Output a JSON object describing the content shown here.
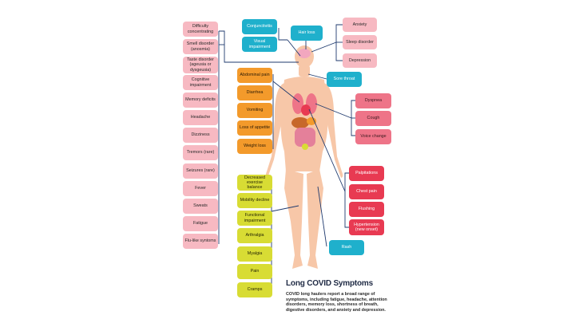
{
  "left_symptoms": [
    "Difficulty concentrating",
    "Smell disorder (anosmia)",
    "Taste disorder (ageusia or dysgeusia)",
    "Cognitive impairment",
    "Memory deficits",
    "Headache",
    "Dizziness",
    "Tremors (rare)",
    "Seizures (rare)",
    "Fever",
    "Sweats",
    "Fatigue",
    "Flu-like syntoms"
  ],
  "head_symptoms": [
    "Conjunctivitis",
    "Visual impairment",
    "Hair loss"
  ],
  "mental_symptoms": [
    "Anxiety",
    "Sleep disorder",
    "Depression"
  ],
  "throat_symptom": "Sore throat",
  "gi_symptoms": [
    "Abdominal pain",
    "Diarrhea",
    "Vomiting",
    "Loss of appetite",
    "Weight loss"
  ],
  "respiratory_symptoms": [
    "Dyspnea",
    "Cough",
    "Voice change"
  ],
  "musculo_symptoms": [
    "Decreased exercise balance",
    "Mobility decline",
    "Functional impairment",
    "Arthralgia",
    "Myalgia",
    "Pain",
    "Cramps"
  ],
  "cardio_symptoms": [
    "Palpitations",
    "Chest pain",
    "Flushing",
    "Hypertension (new onset)"
  ],
  "skin_symptom": "Rash",
  "title": "Long COVID Symptoms",
  "description": "COVID long haulers report a broad range of symptoms, including fatigue, headache, attention disorders, memory loss, shortness of breath, digestive disorders, and anxiety and depression.",
  "colors": {
    "neuro": "#f7b9c2",
    "respiratory": "#ee7488",
    "cardio": "#e83a52",
    "gi": "#f39a2b",
    "musculo": "#d8dc34",
    "head": "#1fb0cc",
    "skin": "#f6c4a6",
    "line": "#1f3a6e"
  }
}
